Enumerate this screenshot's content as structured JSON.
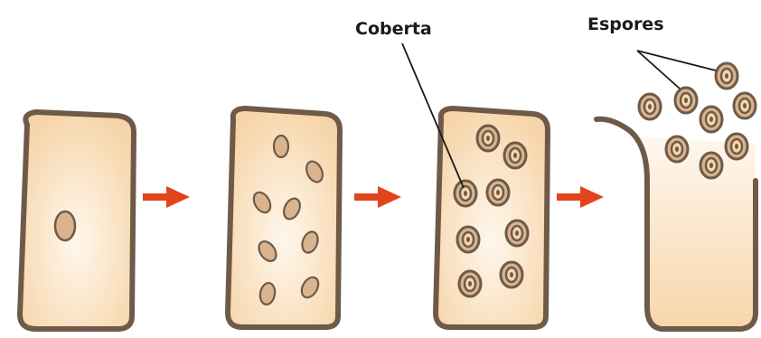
{
  "labels": {
    "coberta": "Coberta",
    "espores": "Espores"
  },
  "colors": {
    "cell_fill": "#fde6c8",
    "cell_outline": "#6e5a48",
    "nucleus_fill": "#d9b48e",
    "spore_ring": "#6e5a48",
    "spore_inner": "#f0c99a",
    "arrow": "#e2441c",
    "pointer_line": "#1a1a1a"
  },
  "diagram": {
    "stages": [
      "cell-with-nucleus",
      "nucleus-division",
      "spore-coat-formation",
      "spore-release"
    ],
    "arrows": 3
  }
}
